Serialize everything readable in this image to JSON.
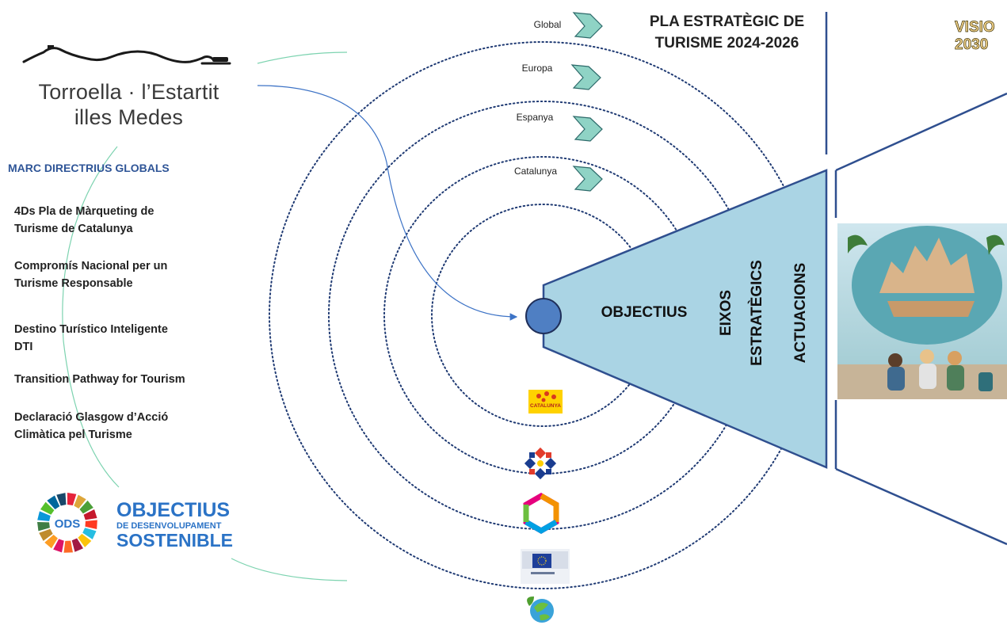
{
  "logo": {
    "town_line1": "Torroella · l’Estartit",
    "town_line2": "illes Medes"
  },
  "marc": {
    "title": "MARC DIRECTRIUS GLOBALS",
    "items": [
      {
        "line1": "4Ds Pla de Màrqueting de",
        "line2": "Turisme de Catalunya"
      },
      {
        "line1": "Compromís Nacional per un",
        "line2": "Turisme Responsable"
      },
      {
        "line1": "Destino Turístico Inteligente",
        "line2": "DTI"
      },
      {
        "line1": "Transition Pathway for Tourism",
        "line2": ""
      },
      {
        "line1": "Declaració Glasgow d’Acció",
        "line2": "Climàtica pel Turisme"
      }
    ]
  },
  "ods": {
    "badge": "ODS",
    "title": "OBJECTIUS",
    "subtitle": "DE DESENVOLUPAMENT",
    "subtitle2": "SOSTENIBLE"
  },
  "scopes": [
    "Global",
    "Europa",
    "Espanya",
    "Catalunya"
  ],
  "plan": {
    "line1": "PLA ESTRATÈGIC DE",
    "line2": "TURISME 2024-2026"
  },
  "visio": {
    "line1": "VISIO",
    "line2": "2030"
  },
  "funnel": {
    "objectius": "OBJECTIUS",
    "eixos_line1": "EIXOS",
    "eixos_line2": "ESTRATÈGICS",
    "actuacions": "ACTUACIONS"
  },
  "logos": {
    "catalunya": "CATALUNYA",
    "eu": "European Commission"
  },
  "colors": {
    "funnel_fill": "#aad4e4",
    "funnel_stroke": "#2f4f8f",
    "center_circle": "#4f7fc3",
    "arrow_fill": "#8fd3c5",
    "ring_stroke": "#1f3a73",
    "green_curve": "#7dd3b0",
    "blue_curve": "#3d73c6",
    "marc_title": "#2f5597"
  }
}
